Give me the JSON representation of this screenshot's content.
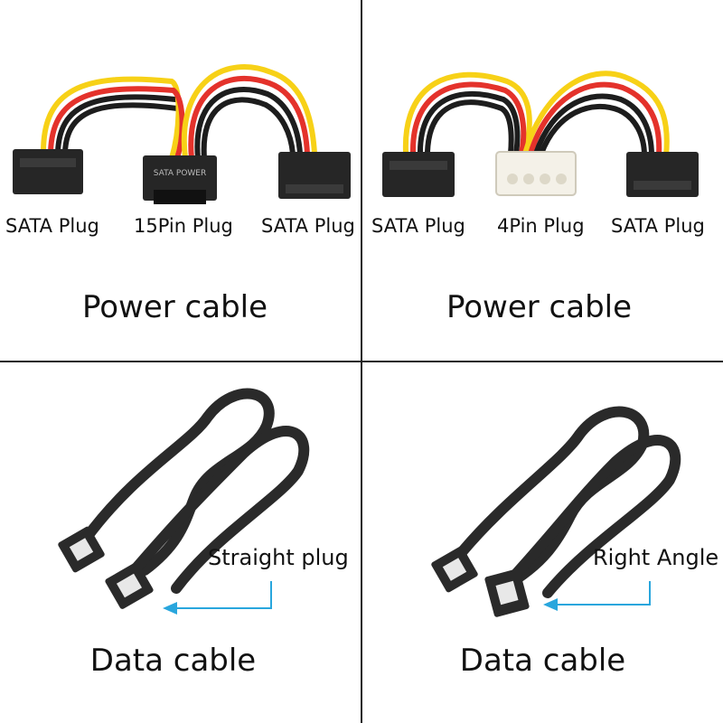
{
  "panels": {
    "top_left": {
      "labels": [
        "SATA Plug",
        "15Pin Plug",
        "SATA Plug"
      ],
      "connector_print": "SATA POWER",
      "caption": "Power cable"
    },
    "top_right": {
      "labels": [
        "SATA Plug",
        "4Pin Plug",
        "SATA Plug"
      ],
      "caption": "Power cable"
    },
    "bottom_left": {
      "callout": "Straight plug",
      "caption": "Data cable"
    },
    "bottom_right": {
      "callout": "Right Angle",
      "caption": "Data cable"
    }
  },
  "colors": {
    "wire_red": "#e4322b",
    "wire_yellow": "#f7d117",
    "wire_black": "#1d1d1d",
    "connector_black": "#262626",
    "molex_white": "#f4f1e8",
    "arrow_blue": "#29a6dd",
    "cable_dark": "#2a2a2a"
  }
}
